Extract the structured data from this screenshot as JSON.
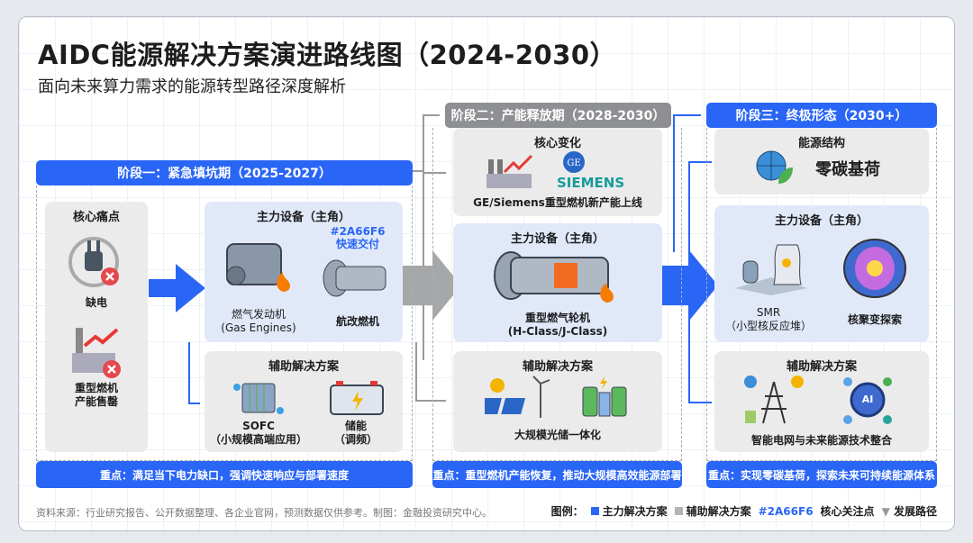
{
  "title": "AIDC能源解决方案演进路线图（2024-2030）",
  "subtitle": "面向未来算力需求的能源转型路径深度解析",
  "stage1": {
    "header": "阶段一：紧急填坑期（2025-2027）",
    "pain": {
      "title": "核心痛点",
      "items": [
        "缺电",
        "重型燃机\n产能售罄"
      ]
    },
    "main": {
      "title": "主力设备（主角）",
      "note": "#2A66F6\n快速交付",
      "items": [
        "燃气发动机\n(Gas Engines)",
        "航改燃机"
      ]
    },
    "aux": {
      "title": "辅助解决方案",
      "items": [
        "SOFC\n（小规模高端应用）",
        "储能\n（调频）"
      ]
    },
    "focus": "重点：满足当下电力缺口，强调快速响应与部署速度"
  },
  "stage2": {
    "header": "阶段二：产能释放期（2028-2030）",
    "change": {
      "title": "核心变化",
      "brand": "SIEMENS",
      "text": "GE/Siemens重型燃机新产能上线"
    },
    "main": {
      "title": "主力设备（主角）",
      "item": "重型燃气轮机\n(H-Class/J-Class)"
    },
    "aux": {
      "title": "辅助解决方案",
      "item": "大规模光储一体化"
    },
    "focus": "重点：重型燃机产能恢复，推动大规模高效能源部署"
  },
  "stage3": {
    "header": "阶段三：终极形态（2030+）",
    "structure": {
      "title": "能源结构",
      "item": "零碳基荷"
    },
    "main": {
      "title": "主力设备（主角）",
      "items": [
        "SMR\n（小型核反应堆）",
        "核聚变探索"
      ]
    },
    "aux": {
      "title": "辅助解决方案",
      "item": "智能电网与未来能源技术整合",
      "ai": "AI"
    },
    "focus": "重点：实现零碳基荷，探索未来可持续能源体系"
  },
  "source": "资料来源：行业研究报告、公开数据整理、各企业官网，预测数据仅供参考。制图：金融投资研究中心。",
  "legend": {
    "label": "图例：",
    "items": [
      "主力解决方案",
      "辅助解决方案",
      "#2A66F6",
      "核心关注点",
      "发展路径"
    ]
  },
  "colors": {
    "primary": "#2A66F6",
    "secondary": "#8E8F92"
  }
}
